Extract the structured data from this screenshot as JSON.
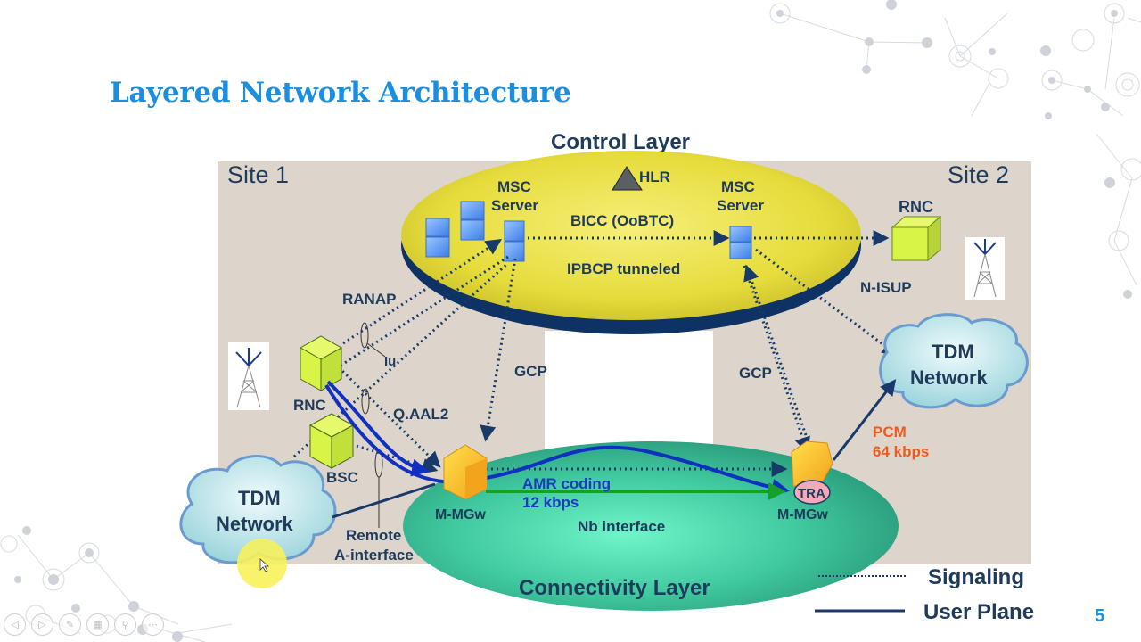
{
  "slide": {
    "title": "Layered Network Architecture",
    "page_number": "5"
  },
  "diagram": {
    "control_layer": "Control Layer",
    "connectivity_layer": "Connectivity Layer",
    "site1": "Site 1",
    "site2": "Site 2",
    "hlr": "HLR",
    "msc_server_1": [
      "MSC",
      "Server"
    ],
    "msc_server_2": [
      "MSC",
      "Server"
    ],
    "bicc": "BICC  (OoBTC)",
    "ipbcp": "IPBCP  tunneled",
    "rnc_site2": "RNC",
    "n_isup": "N-ISUP",
    "ranap": "RANAP",
    "iu": "Iu",
    "rnc_site1": "RNC",
    "bsc": "BSC",
    "qaal2": "Q.AAL2",
    "gcp_1": "GCP",
    "gcp_2": "GCP",
    "tdm_left": [
      "TDM",
      "Network"
    ],
    "tdm_right": [
      "TDM",
      "Network"
    ],
    "remote_a": [
      "Remote",
      "A-interface"
    ],
    "mmgw_1": "M-MGw",
    "mmgw_2": "M-MGw",
    "tra": "TRA",
    "amr": [
      "AMR coding",
      "12 kbps"
    ],
    "nb_interface": "Nb interface",
    "pcm": [
      "PCM",
      "64 kbps"
    ],
    "colors": {
      "control_layer": "#e6dc3c",
      "connectivity_layer": "#3fc79e",
      "site_background": "#ddd5cb",
      "user_plane": "#1030c0",
      "green_flow": "#14a02a",
      "pcm_label": "#f05a1e",
      "text": "#1f3b5c"
    }
  },
  "legend": {
    "signaling": "Signaling",
    "user_plane": "User Plane"
  },
  "nav": {
    "buttons": [
      "previous-slide",
      "next-slide",
      "pen",
      "slides-grid",
      "zoom",
      "more-options"
    ]
  }
}
